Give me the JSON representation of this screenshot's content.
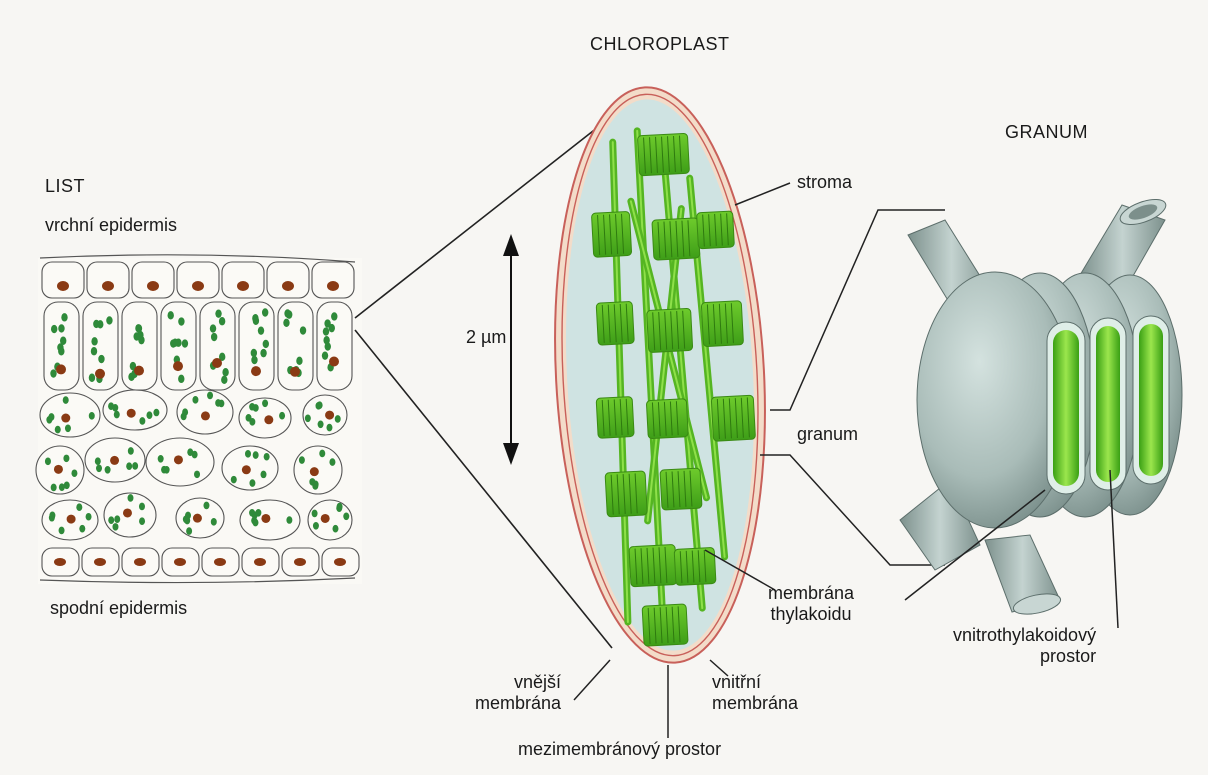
{
  "leaf": {
    "title": "LIST",
    "upper_epidermis": "vrchní epidermis",
    "lower_epidermis": "spodní epidermis"
  },
  "chloroplast": {
    "title": "CHLOROPLAST",
    "scale_label": "2 µm",
    "stroma": "stroma",
    "granum": "granum",
    "thylakoid_membrane_line1": "membrána",
    "thylakoid_membrane_line2": "thylakoidu",
    "outer_membrane_line1": "vnější",
    "outer_membrane_line2": "membrána",
    "inner_membrane_line1": "vnitřní",
    "inner_membrane_line2": "membrána",
    "intermembrane_space": "mezimembránový prostor"
  },
  "granum_detail": {
    "title": "GRANUM",
    "thylakoid_space_line1": "vnitrothylakoidový",
    "thylakoid_space_line2": "prostor"
  },
  "colors": {
    "background": "#f7f6f3",
    "stroma": "#cfe3e2",
    "thylakoid": "#4fb81e",
    "thylakoid_light": "#8fe04a",
    "outer_membrane": "#c8605a",
    "granum_body": "#a9bcb8",
    "cell_nucleus": "#8a3a14",
    "chloroplast_dot": "#2f8a3a"
  }
}
